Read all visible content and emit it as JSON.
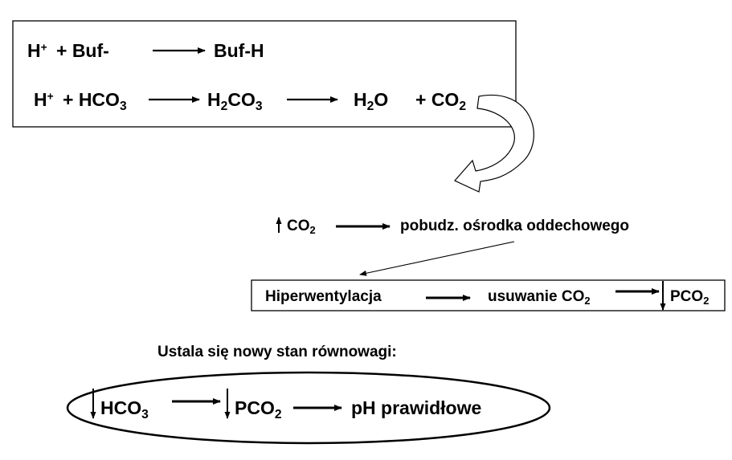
{
  "reaction_box": {
    "row1": {
      "h_plus": "H",
      "plus_sup": "+",
      "plus_buf": "+  Buf-",
      "buf_h": "Buf-H"
    },
    "row2": {
      "h_plus": "H",
      "plus_sup": "+",
      "plus_hco3": "+ HCO",
      "hco3_sub": "3",
      "h2co3_h": "H",
      "h2co3_sub": "2",
      "h2co3_co": "CO",
      "h2co3_sub2": "3",
      "h2o_h": "H",
      "h2o_sub": "2",
      "h2o_o": "O",
      "co2": "+ CO",
      "co2_sub": "2"
    }
  },
  "respiratory": {
    "co2": "CO",
    "co2_sub": "2",
    "stimulation": "pobudz. ośrodka oddechowego"
  },
  "hyperventilation_box": {
    "hyperventilation": "Hiperwentylacja",
    "removal": "usuwanie CO",
    "removal_sub": "2",
    "pco2": "PCO",
    "pco2_sub": "2"
  },
  "equilibrium": {
    "title": "Ustala się nowy stan równowagi:",
    "hco3": "HCO",
    "hco3_sub": "3",
    "pco2": "PCO",
    "pco2_sub": "2",
    "ph": "pH prawidłowe"
  },
  "colors": {
    "stroke": "#000000",
    "background": "#ffffff",
    "curved_arrow_fill": "#ffffff"
  }
}
